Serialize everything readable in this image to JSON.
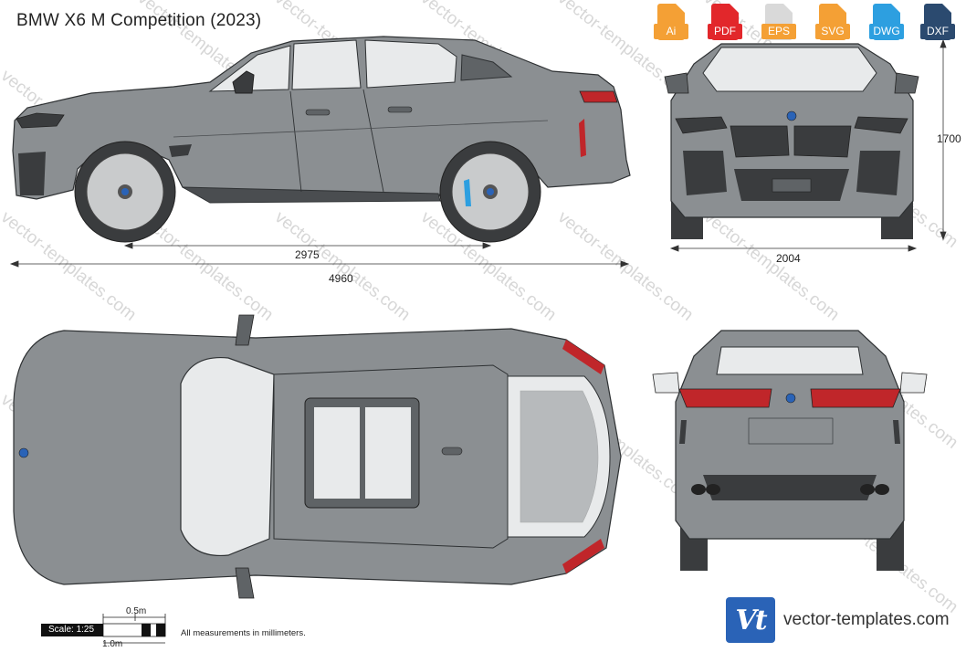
{
  "title": "BMW X6 M Competition (2023)",
  "formats": [
    {
      "label": "Ai",
      "color": "#f4a035"
    },
    {
      "label": "PDF",
      "color": "#e2272b"
    },
    {
      "label": "EPS",
      "color": "#d9d9d9"
    },
    {
      "label": "SVG",
      "color": "#f4a035"
    },
    {
      "label": "DWG",
      "color": "#2d9fe0"
    },
    {
      "label": "DXF",
      "color": "#2b4a6f"
    }
  ],
  "dimensions": {
    "wheelbase": "2975",
    "length": "4960",
    "width": "2004",
    "height": "1700"
  },
  "scale": {
    "label": "Scale: 1:25",
    "half": "0.5m",
    "full": "1.0m"
  },
  "note": "All measurements in millimeters.",
  "watermark": "vector-templates.com",
  "brand": {
    "logo": "Vt",
    "name": "vector-templates.com"
  },
  "colors": {
    "body": "#8b8f92",
    "body_dark": "#5f6366",
    "glass": "#e8eaeb",
    "tyre": "#3a3c3e",
    "lamp": "#c0262a",
    "watermark": "#d5d5d5"
  }
}
